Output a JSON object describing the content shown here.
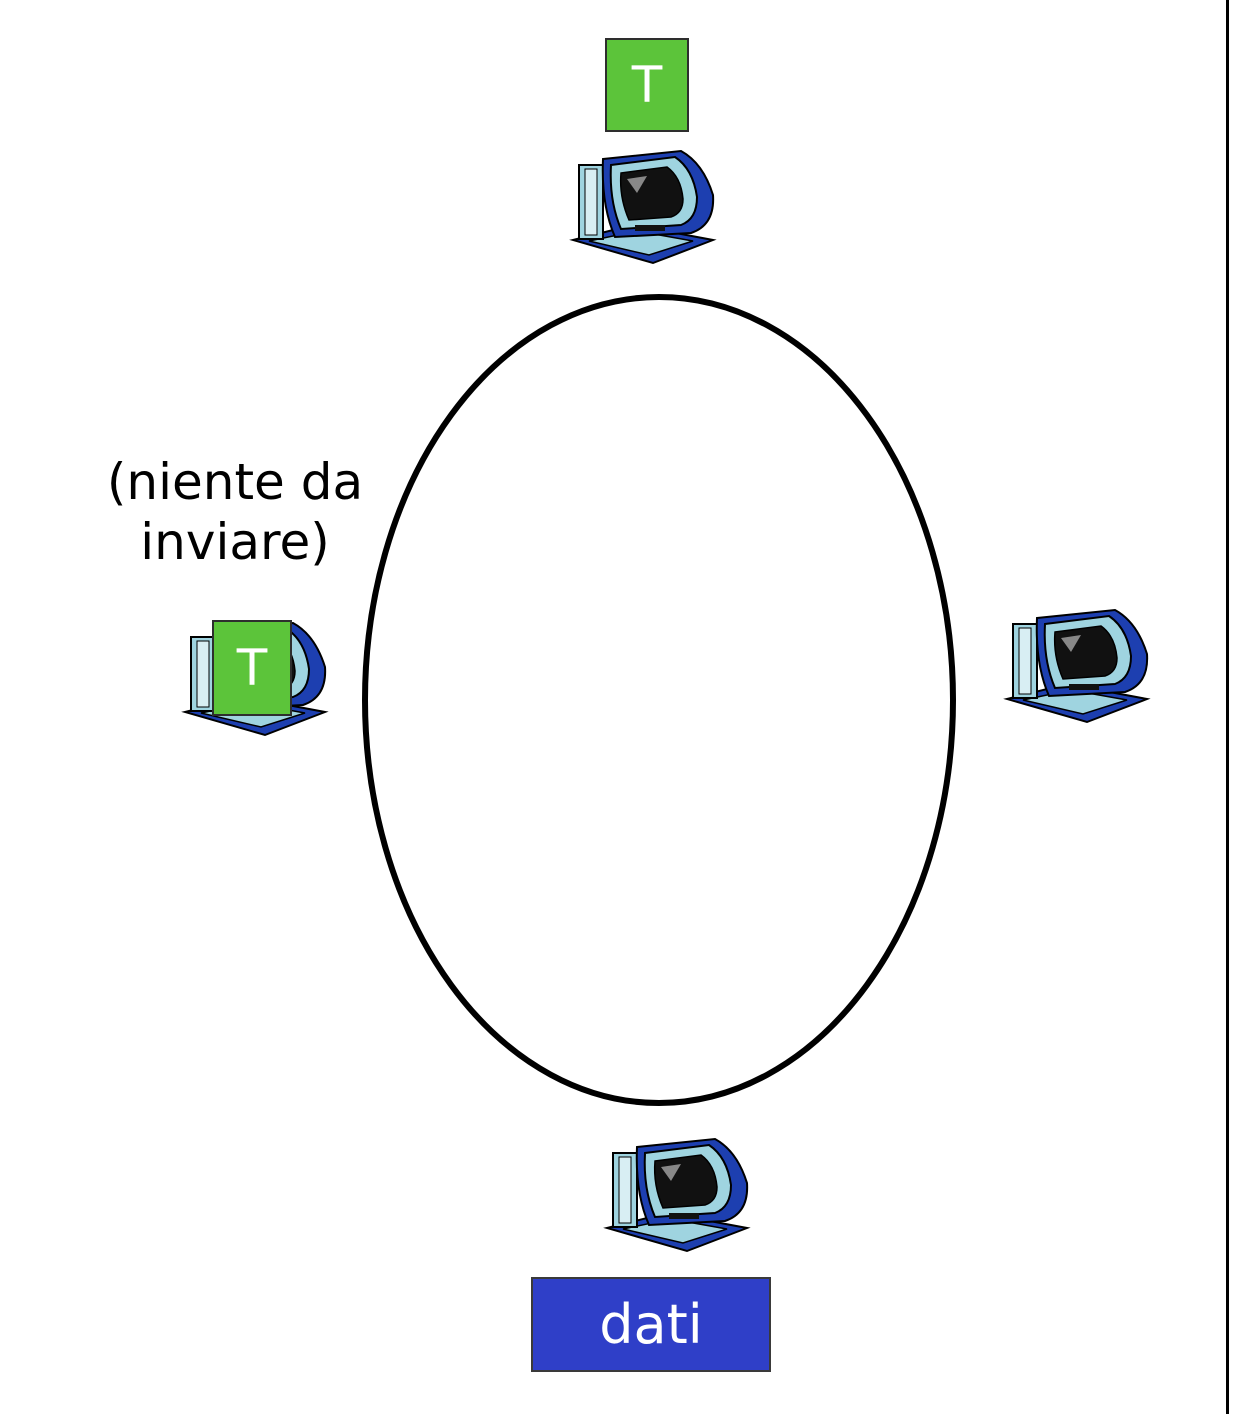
{
  "diagram": {
    "nodes": [
      {
        "id": "top",
        "has_token": true
      },
      {
        "id": "left",
        "has_token": true,
        "note": [
          "(niente da",
          "inviare)"
        ]
      },
      {
        "id": "right",
        "has_token": false
      },
      {
        "id": "bottom",
        "has_token": false,
        "frame_label": "dati"
      }
    ],
    "token_label": "T",
    "data_label": "dati",
    "note_lines": [
      "(niente da",
      "inviare)"
    ],
    "colors": {
      "token": "#5cc43a",
      "data_frame": "#2f3fc8",
      "ring": "#000000",
      "monitor_body": "#1d3fb0",
      "monitor_frame": "#9fd4e0",
      "screen": "#111111"
    }
  }
}
